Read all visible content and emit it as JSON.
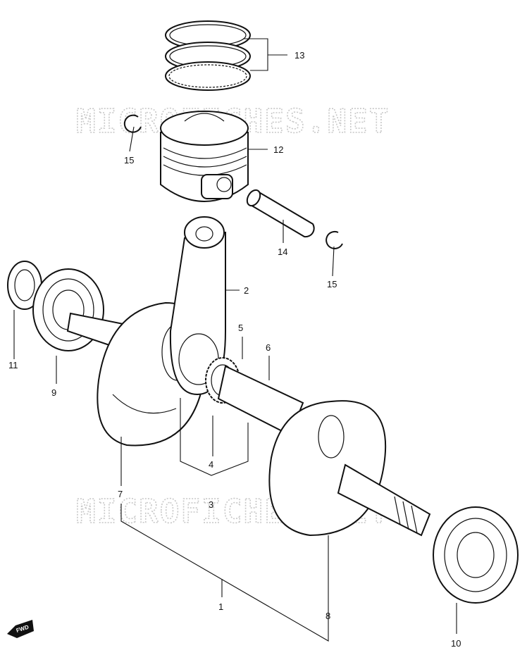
{
  "watermark": "MICROFICHES.NET",
  "fwd_label": "FWD",
  "callouts": [
    {
      "id": "1",
      "label": "1"
    },
    {
      "id": "2",
      "label": "2"
    },
    {
      "id": "3",
      "label": "3"
    },
    {
      "id": "4",
      "label": "4"
    },
    {
      "id": "5",
      "label": "5"
    },
    {
      "id": "6",
      "label": "6"
    },
    {
      "id": "7",
      "label": "7"
    },
    {
      "id": "8",
      "label": "8"
    },
    {
      "id": "9",
      "label": "9"
    },
    {
      "id": "10",
      "label": "10"
    },
    {
      "id": "11",
      "label": "11"
    },
    {
      "id": "12",
      "label": "12"
    },
    {
      "id": "13",
      "label": "13"
    },
    {
      "id": "14",
      "label": "14"
    },
    {
      "id": "15a",
      "label": "15"
    },
    {
      "id": "15b",
      "label": "15"
    }
  ]
}
